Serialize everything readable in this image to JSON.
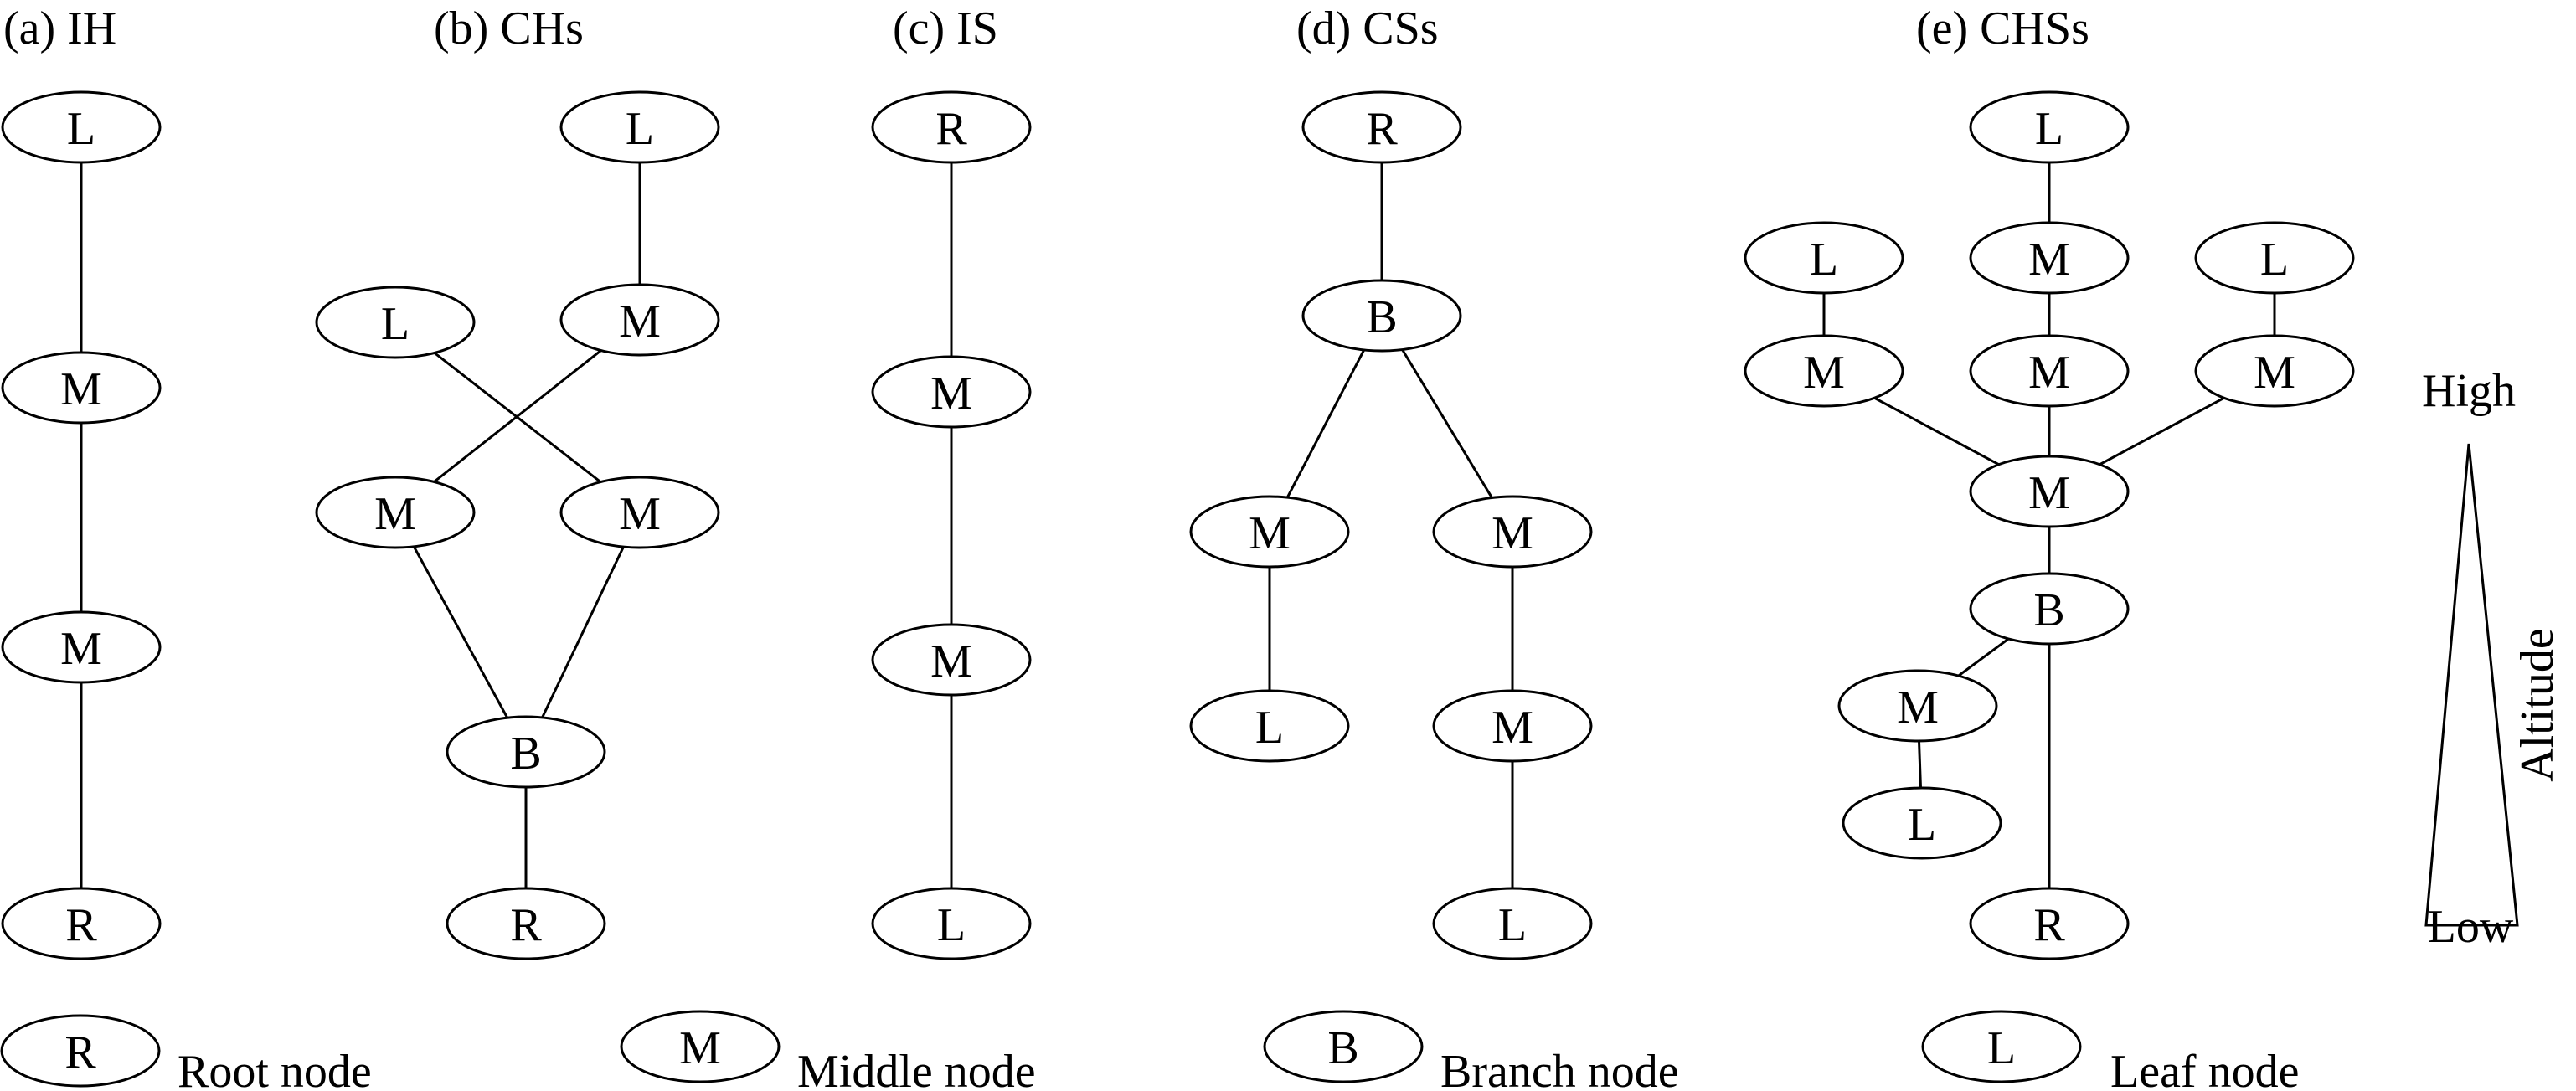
{
  "panels": [
    {
      "title": "(a) IH",
      "nodes": [
        {
          "id": "a1",
          "label": "L"
        },
        {
          "id": "a2",
          "label": "M"
        },
        {
          "id": "a3",
          "label": "M"
        },
        {
          "id": "a4",
          "label": "R"
        }
      ],
      "edges": [
        [
          "a1",
          "a2"
        ],
        [
          "a2",
          "a3"
        ],
        [
          "a3",
          "a4"
        ]
      ]
    },
    {
      "title": "(b)  CHs",
      "nodes": [
        {
          "id": "b1",
          "label": "L"
        },
        {
          "id": "b2",
          "label": "L"
        },
        {
          "id": "b3",
          "label": "M"
        },
        {
          "id": "b4",
          "label": "M"
        },
        {
          "id": "b5",
          "label": "M"
        },
        {
          "id": "b6",
          "label": "B"
        },
        {
          "id": "b7",
          "label": "R"
        }
      ],
      "edges": [
        [
          "b1",
          "b3"
        ],
        [
          "b3",
          "b4"
        ],
        [
          "b2",
          "b5"
        ],
        [
          "b5",
          "b6"
        ],
        [
          "b4",
          "b6"
        ],
        [
          "b6",
          "b7"
        ]
      ]
    },
    {
      "title": "(c)  IS",
      "nodes": [
        {
          "id": "c1",
          "label": "R"
        },
        {
          "id": "c2",
          "label": "M"
        },
        {
          "id": "c3",
          "label": "M"
        },
        {
          "id": "c4",
          "label": "L"
        }
      ],
      "edges": [
        [
          "c1",
          "c2"
        ],
        [
          "c2",
          "c3"
        ],
        [
          "c3",
          "c4"
        ]
      ]
    },
    {
      "title": "(d)  CSs",
      "nodes": [
        {
          "id": "d1",
          "label": "R"
        },
        {
          "id": "d2",
          "label": "B"
        },
        {
          "id": "d3",
          "label": "M"
        },
        {
          "id": "d4",
          "label": "M"
        },
        {
          "id": "d5",
          "label": "L"
        },
        {
          "id": "d6",
          "label": "M"
        },
        {
          "id": "d7",
          "label": "L"
        }
      ],
      "edges": [
        [
          "d1",
          "d2"
        ],
        [
          "d2",
          "d3"
        ],
        [
          "d2",
          "d4"
        ],
        [
          "d3",
          "d5"
        ],
        [
          "d4",
          "d6"
        ],
        [
          "d6",
          "d7"
        ]
      ]
    },
    {
      "title": "(e)  CHSs",
      "nodes": [
        {
          "id": "e1",
          "label": "L"
        },
        {
          "id": "e2",
          "label": "L"
        },
        {
          "id": "e3",
          "label": "M"
        },
        {
          "id": "e4",
          "label": "L"
        },
        {
          "id": "e5",
          "label": "M"
        },
        {
          "id": "e6",
          "label": "M"
        },
        {
          "id": "e7",
          "label": "M"
        },
        {
          "id": "e8",
          "label": "M"
        },
        {
          "id": "e9",
          "label": "B"
        },
        {
          "id": "e10",
          "label": "M"
        },
        {
          "id": "e11",
          "label": "L"
        },
        {
          "id": "e12",
          "label": "R"
        }
      ],
      "edges": [
        [
          "e1",
          "e3"
        ],
        [
          "e3",
          "e6"
        ],
        [
          "e2",
          "e5"
        ],
        [
          "e4",
          "e7"
        ],
        [
          "e5",
          "e8"
        ],
        [
          "e6",
          "e8"
        ],
        [
          "e7",
          "e8"
        ],
        [
          "e8",
          "e9"
        ],
        [
          "e9",
          "e10"
        ],
        [
          "e10",
          "e11"
        ],
        [
          "e9",
          "e12"
        ]
      ]
    }
  ],
  "legend": [
    {
      "symbol": "R",
      "text": "Root node"
    },
    {
      "symbol": "M",
      "text": "Middle node"
    },
    {
      "symbol": "B",
      "text": "Branch node"
    },
    {
      "symbol": "L",
      "text": "Leaf node"
    }
  ],
  "altitude_scale": {
    "high_label": "High",
    "low_label": "Low",
    "axis_label": "Altitude"
  }
}
